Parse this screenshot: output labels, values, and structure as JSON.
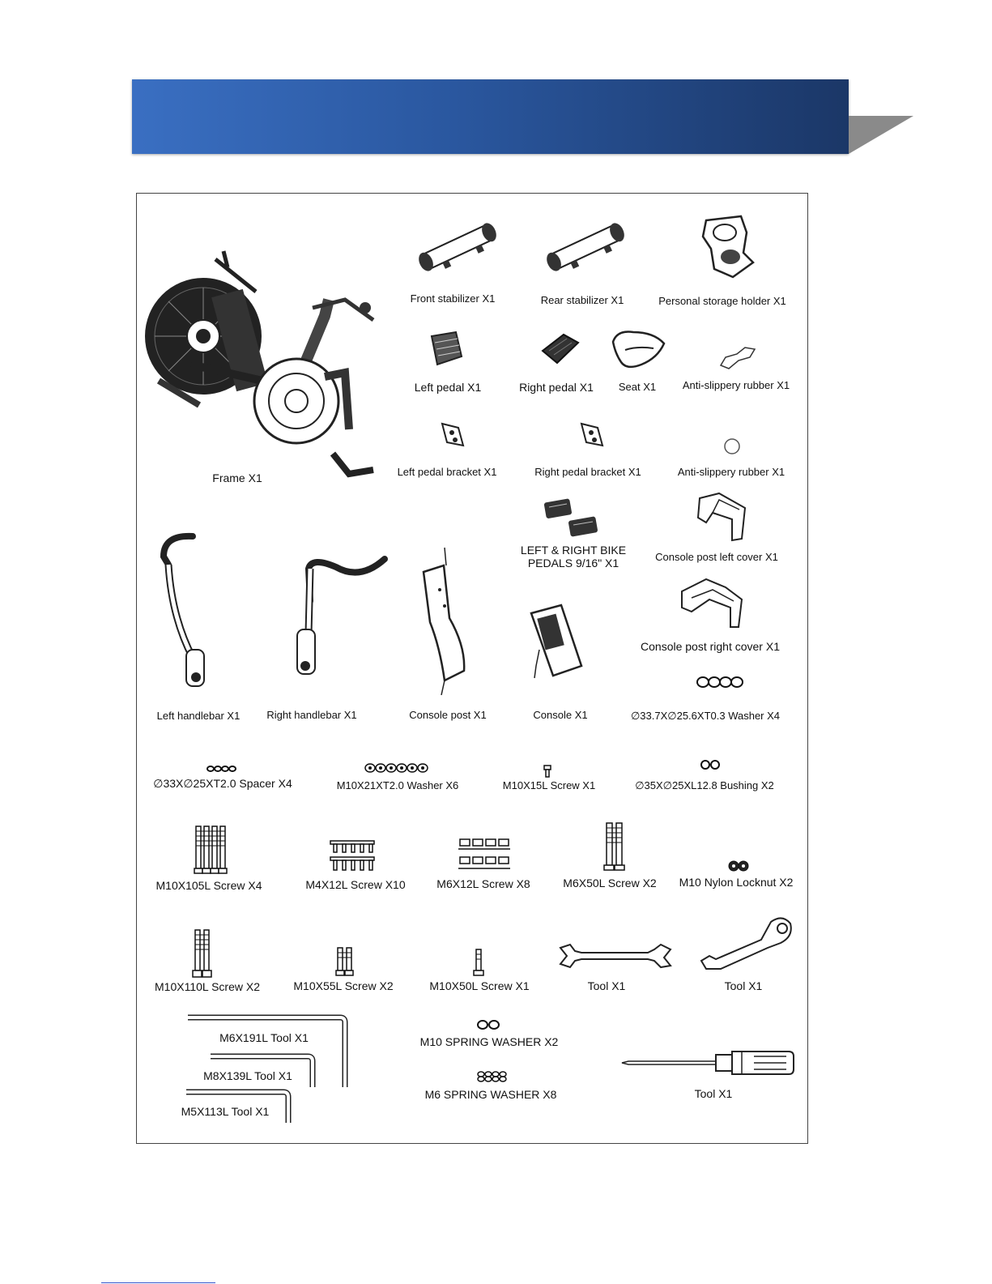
{
  "parts": [
    {
      "id": "frame",
      "label": "Frame X1"
    },
    {
      "id": "front-stabilizer",
      "label": "Front stabilizer X1"
    },
    {
      "id": "rear-stabilizer",
      "label": "Rear stabilizer X1"
    },
    {
      "id": "personal-storage-holder",
      "label": "Personal storage holder  X1"
    },
    {
      "id": "left-pedal",
      "label": "Left pedal X1"
    },
    {
      "id": "right-pedal",
      "label": "Right pedal X1"
    },
    {
      "id": "seat",
      "label": "Seat X1"
    },
    {
      "id": "anti-slippery-rubber-1",
      "label": "Anti-slippery rubber X1"
    },
    {
      "id": "left-pedal-bracket",
      "label": "Left pedal bracket X1"
    },
    {
      "id": "right-pedal-bracket",
      "label": "Right pedal bracket X1"
    },
    {
      "id": "anti-slippery-rubber-2",
      "label": "Anti-slippery rubber X1"
    },
    {
      "id": "bike-pedals",
      "label": "LEFT & RIGHT BIKE PEDALS 9/16\" X1"
    },
    {
      "id": "console-post-left-cover",
      "label": "Console post left cover X1"
    },
    {
      "id": "console-post-right-cover",
      "label": "Console post right cover X1"
    },
    {
      "id": "left-handlebar",
      "label": "Left handlebar X1"
    },
    {
      "id": "right-handlebar",
      "label": "Right handlebar X1"
    },
    {
      "id": "console-post",
      "label": "Console post X1"
    },
    {
      "id": "console",
      "label": "Console X1"
    },
    {
      "id": "washer-33",
      "label": "∅33.7X∅25.6XT0.3 Washer X4"
    },
    {
      "id": "spacer",
      "label": "∅33X∅25XT2.0  Spacer X4"
    },
    {
      "id": "washer-m10",
      "label": "M10X21XT2.0  Washer X6"
    },
    {
      "id": "screw-m10x15",
      "label": "M10X15L Screw X1"
    },
    {
      "id": "bushing",
      "label": "∅35X∅25XL12.8 Bushing X2"
    },
    {
      "id": "screw-m10x105",
      "label": "M10X105L Screw X4"
    },
    {
      "id": "screw-m4x12",
      "label": "M4X12L Screw X10"
    },
    {
      "id": "screw-m6x12",
      "label": "M6X12L Screw X8"
    },
    {
      "id": "screw-m6x50",
      "label": "M6X50L Screw X2"
    },
    {
      "id": "nylon-locknut",
      "label": "M10 Nylon Locknut  X2"
    },
    {
      "id": "screw-m10x110",
      "label": "M10X110L Screw X2"
    },
    {
      "id": "screw-m10x55",
      "label": "M10X55L Screw X2"
    },
    {
      "id": "screw-m10x50",
      "label": "M10X50L Screw X1"
    },
    {
      "id": "tool-wrench",
      "label": "Tool X1"
    },
    {
      "id": "tool-pedal-wrench",
      "label": "Tool X1"
    },
    {
      "id": "tool-m6x191",
      "label": "M6X191L Tool X1"
    },
    {
      "id": "tool-m8x139",
      "label": "M8X139L Tool X1"
    },
    {
      "id": "tool-m5x113",
      "label": "M5X113L Tool X1"
    },
    {
      "id": "spring-washer-m10",
      "label": "M10 SPRING WASHER X2"
    },
    {
      "id": "spring-washer-m6",
      "label": "M6 SPRING WASHER X8"
    },
    {
      "id": "tool-screwdriver",
      "label": "Tool X1"
    }
  ]
}
